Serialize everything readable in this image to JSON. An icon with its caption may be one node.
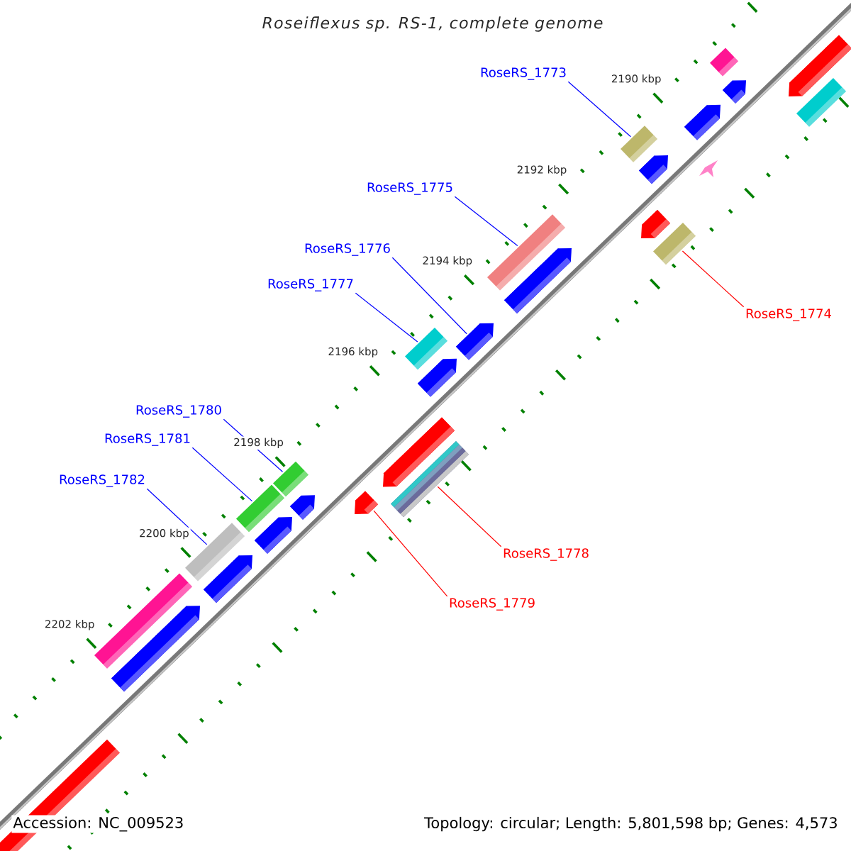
{
  "diagram": {
    "title": "Roseiflexus sp. RS-1, complete genome",
    "nodes": [
      {
        "text": [
          "RoseRS_1773"
        ]
      },
      {
        "text": [
          "RoseRS_1775"
        ]
      },
      {
        "text": [
          "RoseRS_1776"
        ]
      },
      {
        "text": [
          "RoseRS_1777"
        ]
      },
      {
        "text": [
          "RoseRS_1774"
        ]
      },
      {
        "text": [
          "RoseRS_1780"
        ]
      },
      {
        "text": [
          "RoseRS_1781"
        ]
      },
      {
        "text": [
          "RoseRS_1782"
        ]
      },
      {
        "text": [
          "RoseRS_1778"
        ]
      },
      {
        "text": [
          "RoseRS_1779"
        ]
      },
      {
        "text": [],
        "shape": "bar"
      },
      {
        "text": [],
        "shape": "bar"
      },
      {
        "text": [],
        "shape": "bar"
      },
      {
        "text": [],
        "shape": "bar"
      },
      {
        "text": [],
        "shape": "bar"
      },
      {
        "text": [],
        "shape": "bar"
      },
      {
        "text": [],
        "shape": "bar"
      },
      {
        "text": [],
        "shape": "bar"
      },
      {
        "text": [],
        "shape": "bar"
      },
      {
        "text": [],
        "shape": "bar"
      },
      {
        "text": [],
        "shape": "bar"
      },
      {
        "text": [],
        "shape": "bar"
      },
      {
        "text": [],
        "shape": "bar"
      },
      {
        "text": [],
        "shape": "bar"
      },
      {
        "text": [],
        "shape": "bar"
      },
      {
        "text": [],
        "shape": "bar"
      },
      {
        "text": [],
        "shape": "bar"
      },
      {
        "text": [],
        "shape": "bar"
      },
      {
        "text": [],
        "shape": "bar"
      },
      {
        "text": [],
        "shape": "bar"
      },
      {
        "text": [],
        "shape": "bar"
      },
      {
        "text": [],
        "shape": "bar"
      },
      {
        "text": [],
        "shape": "bar"
      },
      {
        "text": [],
        "shape": "bar"
      },
      {
        "text": [],
        "shape": "bar"
      },
      {
        "text": [],
        "shape": "bar"
      }
    ],
    "edges": [
      {
        "from": 0,
        "to": 10,
        "arrow": "none"
      },
      {
        "from": 1,
        "to": 11,
        "arrow": "none"
      },
      {
        "from": 2,
        "to": 12,
        "arrow": "none"
      },
      {
        "from": 3,
        "to": 13,
        "arrow": "none"
      },
      {
        "from": 4,
        "to": 14,
        "arrow": "none",
        "color": "#ff0000"
      },
      {
        "from": 5,
        "to": 15,
        "arrow": "none"
      },
      {
        "from": 6,
        "to": 16,
        "arrow": "none"
      },
      {
        "from": 7,
        "to": 17,
        "arrow": "none"
      },
      {
        "from": 8,
        "to": 18,
        "arrow": "none",
        "color": "#ff0000"
      },
      {
        "from": 9,
        "to": 19,
        "arrow": "none",
        "color": "#ff0000"
      }
    ],
    "labels": [
      "2190 kbp",
      "2192 kbp",
      "2194 kbp",
      "2196 kbp",
      "2198 kbp",
      "2200 kbp",
      "2202 kbp",
      "Accession: NC_009523",
      "Topology: circular; Length: 5,801,598 bp; Genes: 4,573"
    ]
  }
}
